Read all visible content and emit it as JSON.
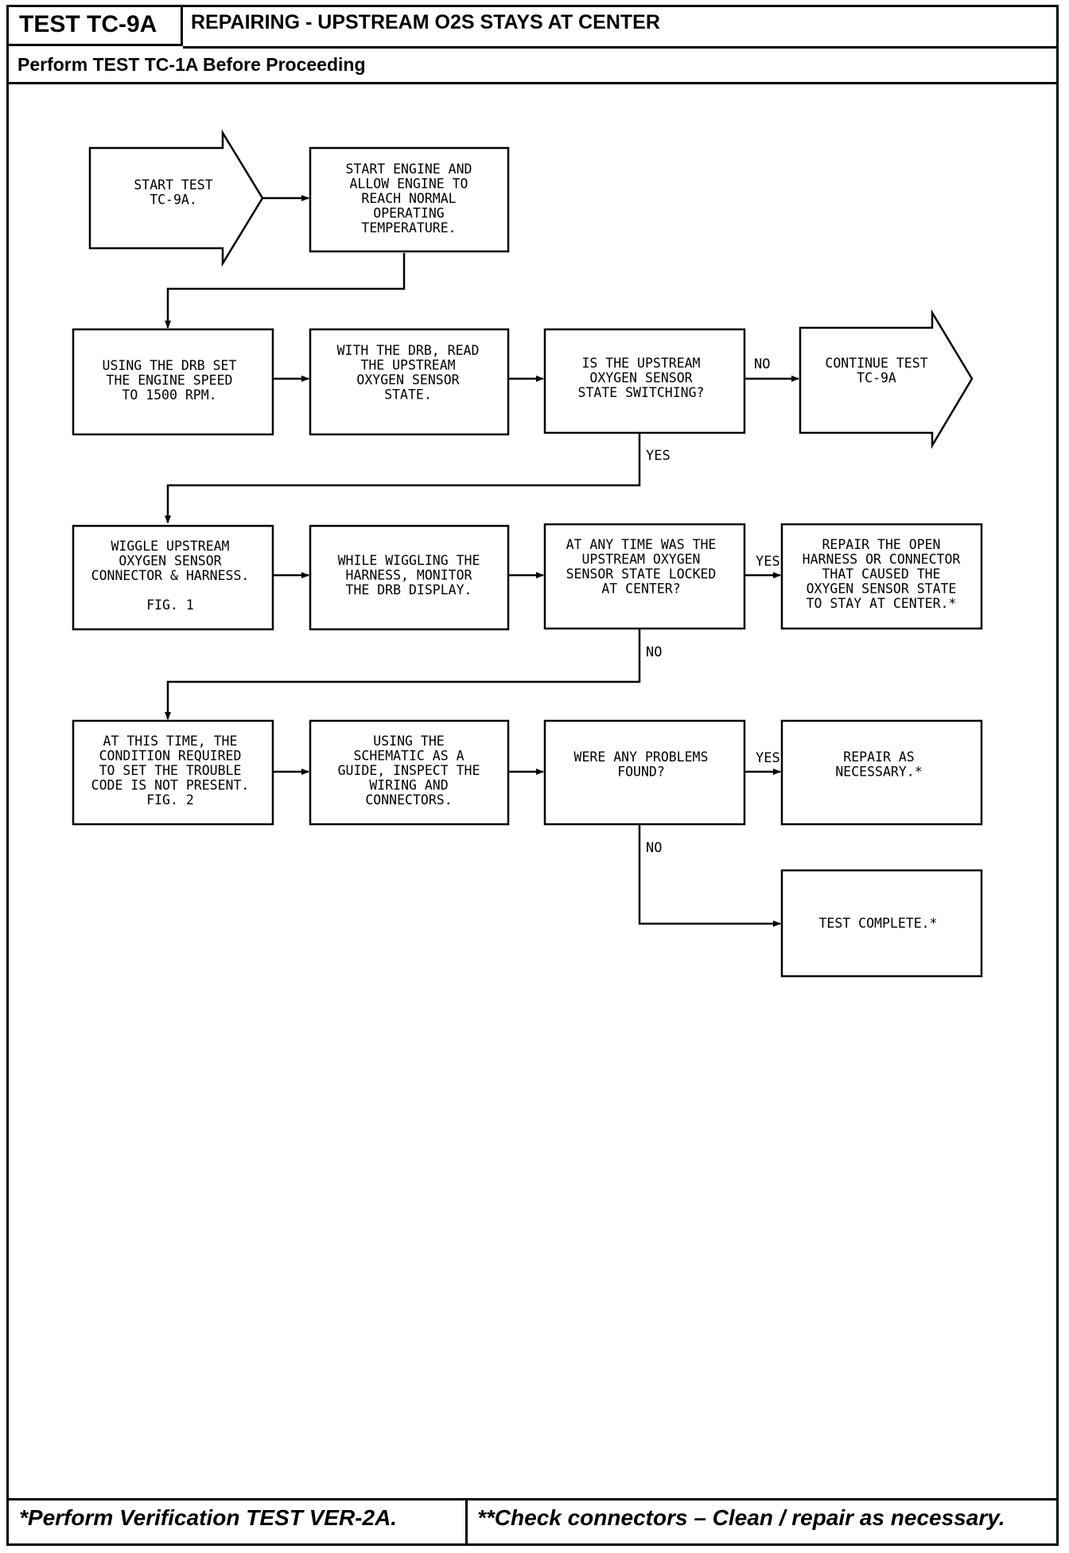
{
  "header": {
    "test_id": "TEST TC-9A",
    "title": "REPAIRING - UPSTREAM O2S STAYS AT CENTER",
    "subtitle": "Perform TEST TC-1A Before Proceeding"
  },
  "footer": {
    "left": "*Perform Verification TEST VER-2A.",
    "right": "**Check connectors – Clean / repair as necessary."
  },
  "flow": {
    "start": [
      "START TEST",
      "TC-9A."
    ],
    "start_engine": [
      "START ENGINE AND",
      "ALLOW ENGINE TO",
      "REACH NORMAL",
      "OPERATING",
      "TEMPERATURE."
    ],
    "set_speed": [
      "USING THE DRB SET",
      "THE ENGINE SPEED",
      "TO 1500 RPM."
    ],
    "read_state": [
      "WITH THE DRB, READ",
      "THE UPSTREAM",
      "OXYGEN SENSOR",
      "STATE."
    ],
    "is_switching": [
      "IS THE UPSTREAM",
      "OXYGEN SENSOR",
      "STATE SWITCHING?"
    ],
    "continue": [
      "CONTINUE TEST",
      "TC-9A"
    ],
    "wiggle": [
      "WIGGLE UPSTREAM",
      "OXYGEN SENSOR",
      "CONNECTOR & HARNESS.",
      "",
      "FIG. 1"
    ],
    "monitor": [
      "WHILE WIGGLING THE",
      "HARNESS, MONITOR",
      "THE DRB DISPLAY."
    ],
    "locked": [
      "AT ANY TIME WAS THE",
      "UPSTREAM OXYGEN",
      "SENSOR STATE LOCKED",
      "AT CENTER?"
    ],
    "repair_open": [
      "REPAIR THE OPEN",
      "HARNESS OR CONNECTOR",
      "THAT CAUSED THE",
      "OXYGEN SENSOR STATE",
      "TO STAY AT CENTER.*"
    ],
    "not_present": [
      "AT THIS TIME, THE",
      "CONDITION REQUIRED",
      "TO SET THE TROUBLE",
      "CODE IS NOT PRESENT.",
      "FIG. 2"
    ],
    "inspect": [
      "USING THE",
      "SCHEMATIC AS A",
      "GUIDE, INSPECT THE",
      "WIRING AND",
      "CONNECTORS."
    ],
    "problems_found": [
      "WERE ANY PROBLEMS",
      "FOUND?"
    ],
    "repair_necessary": [
      "REPAIR AS",
      "NECESSARY.*"
    ],
    "test_complete": [
      "TEST COMPLETE.*"
    ],
    "labels": {
      "no1": "NO",
      "yes1": "YES",
      "yes2": "YES",
      "no2": "NO",
      "yes3": "YES",
      "no3": "NO"
    }
  }
}
